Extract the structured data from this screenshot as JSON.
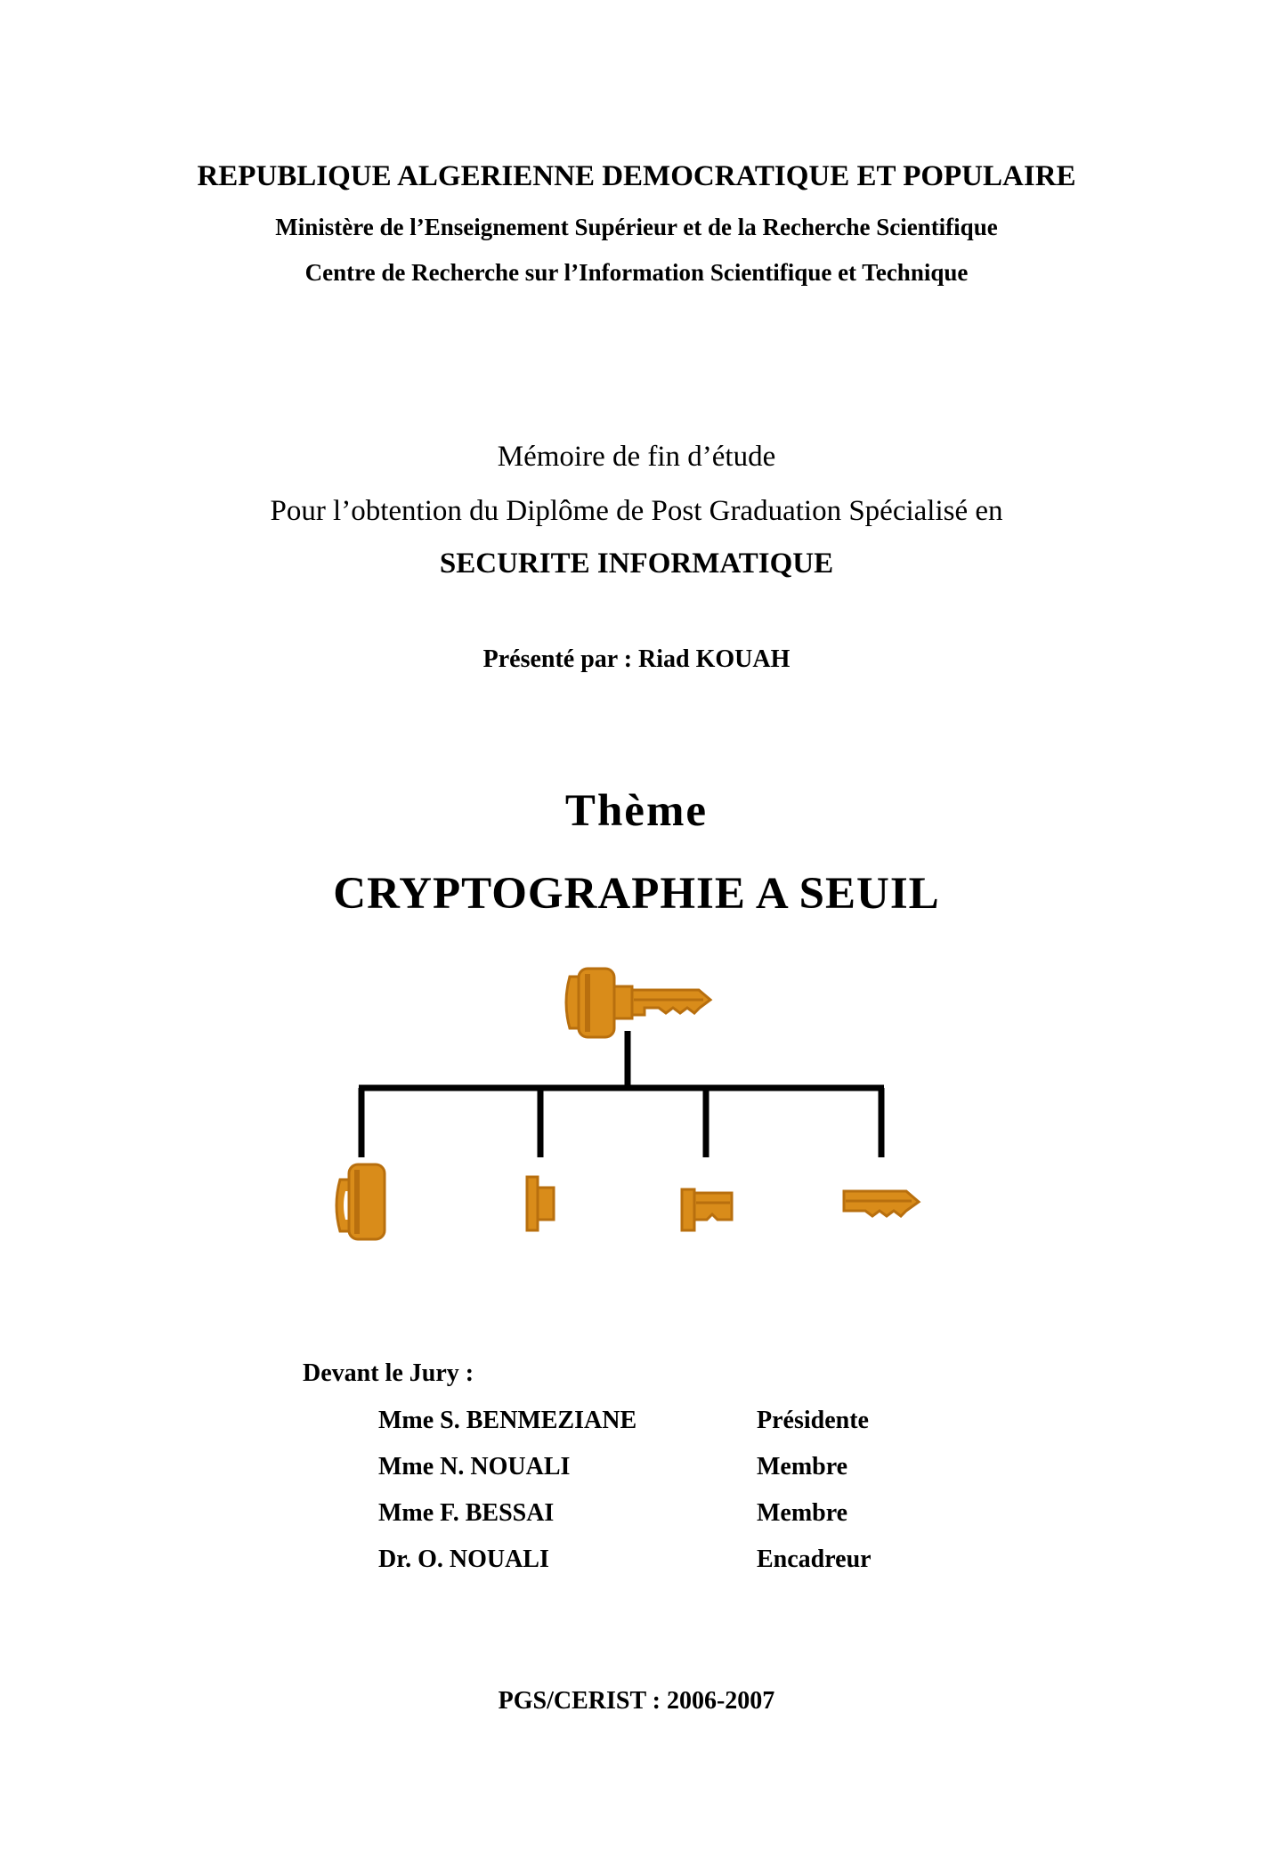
{
  "header": {
    "republic": "REPUBLIQUE ALGERIENNE DEMOCRATIQUE ET POPULAIRE",
    "ministry": "Ministère de l’Enseignement Supérieur et de la Recherche Scientifique",
    "centre": "Centre de Recherche sur l’Information Scientifique et Technique"
  },
  "memoire": {
    "line1": "Mémoire de fin d’étude",
    "line2": "Pour l’obtention du Diplôme de Post Graduation Spécialisé en",
    "field": "SECURITE INFORMATIQUE"
  },
  "presenter": "Présenté par : Riad KOUAH",
  "theme": {
    "label": "Thème",
    "title": "CRYPTOGRAPHIE A SEUIL"
  },
  "illustration": {
    "icon": "key-split-icon",
    "key_color": "#D98C1A",
    "key_shadow": "#B86F0E",
    "line_color": "#000000"
  },
  "jury": {
    "heading": "Devant le Jury :",
    "members": [
      {
        "name": "Mme S. BENMEZIANE",
        "role": "Présidente"
      },
      {
        "name": "Mme N. NOUALI",
        "role": "Membre"
      },
      {
        "name": "Mme F. BESSAI",
        "role": "Membre"
      },
      {
        "name": "Dr. O. NOUALI",
        "role": "Encadreur"
      }
    ]
  },
  "footer": "PGS/CERIST : 2006-2007"
}
